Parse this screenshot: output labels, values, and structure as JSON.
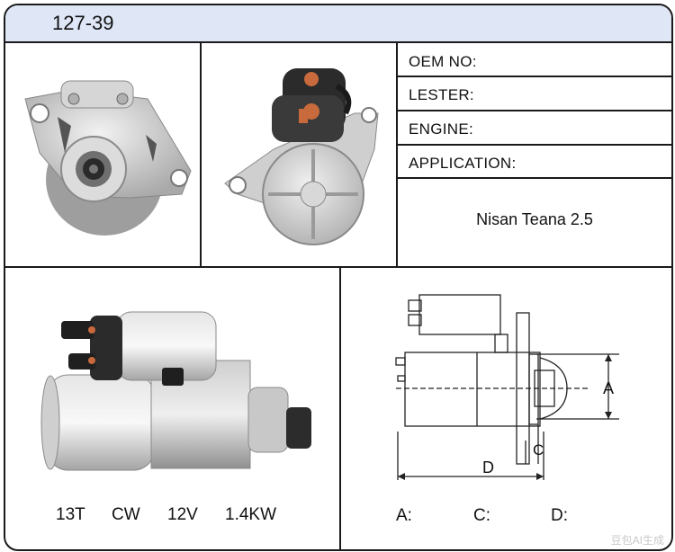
{
  "header": {
    "part_number": "127-39"
  },
  "fields": {
    "oem_no": "OEM NO:",
    "lester": "LESTER:",
    "engine": "ENGINE:",
    "application": "APPLICATION:"
  },
  "application_value": "Nisan Teana 2.5",
  "specs": {
    "teeth": "13T",
    "rotation": "CW",
    "voltage": "12V",
    "power": "1.4KW"
  },
  "dimensions": {
    "a_label": "A:",
    "c_label": "C:",
    "d_label": "D:",
    "diagram_a": "A",
    "diagram_c": "C",
    "diagram_d": "D"
  },
  "watermark": "豆包AI生成",
  "colors": {
    "header_bg": "#dfe6f6",
    "border": "#1a1a1a"
  }
}
